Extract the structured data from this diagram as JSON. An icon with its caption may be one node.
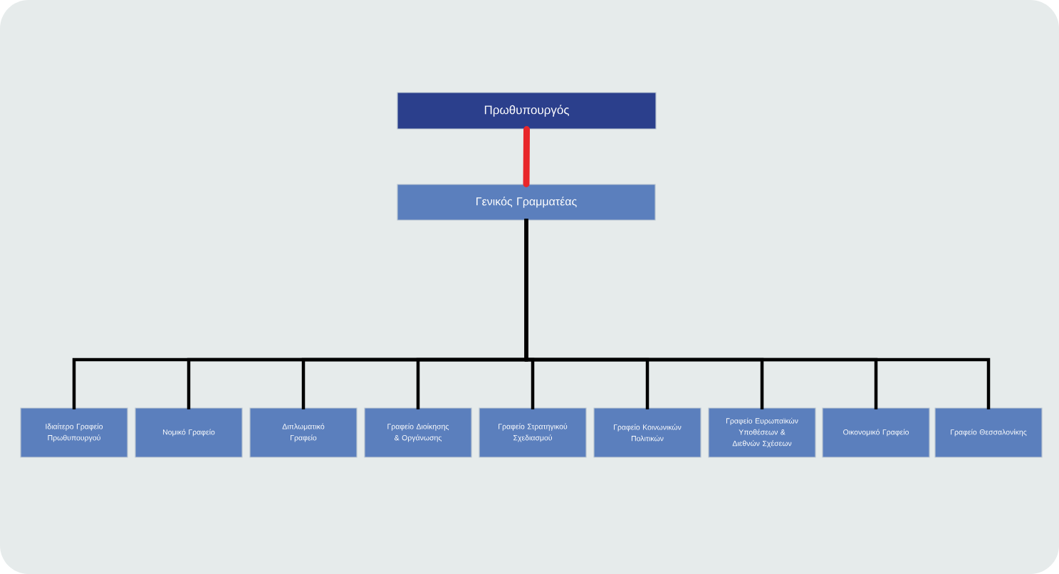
{
  "diagram": {
    "nodes": [
      {
        "text": [
          "Πρωθυπουργός"
        ]
      },
      {
        "text": [
          "Γενικός Γραμματέας"
        ]
      },
      {
        "text": [
          "Ιδιαίτερο Γραφείο Πρωθυπουργού"
        ]
      },
      {
        "text": [
          "Νομικό Γραφείο"
        ]
      },
      {
        "text": [
          "Διπλωματικό Γραφείο"
        ]
      },
      {
        "text": [
          "Γραφείο Διοίκησης & Οργάνωσης"
        ]
      },
      {
        "text": [
          "Γραφείο Στρατηγικού Σχεδιασμού"
        ]
      },
      {
        "text": [
          "Γραφείο Κοινωνικών Πολιτικών"
        ]
      },
      {
        "text": [
          "Γραφείο Ευρωπαϊκών Υποθέσεων & Διεθνών Σχέσεων"
        ]
      },
      {
        "text": [
          "Οικονομικό Γραφείο"
        ]
      },
      {
        "text": [
          "Γραφείο Θεσσαλονίκης"
        ]
      }
    ],
    "edges": [
      {
        "from": 0,
        "to": 1,
        "arrow": "none",
        "style": "thick",
        "color": "#e8262a"
      },
      {
        "from": 1,
        "to": 2,
        "arrow": "none"
      },
      {
        "from": 1,
        "to": 3,
        "arrow": "none"
      },
      {
        "from": 1,
        "to": 4,
        "arrow": "none"
      },
      {
        "from": 1,
        "to": 5,
        "arrow": "none"
      },
      {
        "from": 1,
        "to": 6,
        "arrow": "none"
      },
      {
        "from": 1,
        "to": 7,
        "arrow": "none"
      },
      {
        "from": 1,
        "to": 8,
        "arrow": "none"
      },
      {
        "from": 1,
        "to": 9,
        "arrow": "none"
      },
      {
        "from": 1,
        "to": 10,
        "arrow": "none"
      }
    ]
  }
}
